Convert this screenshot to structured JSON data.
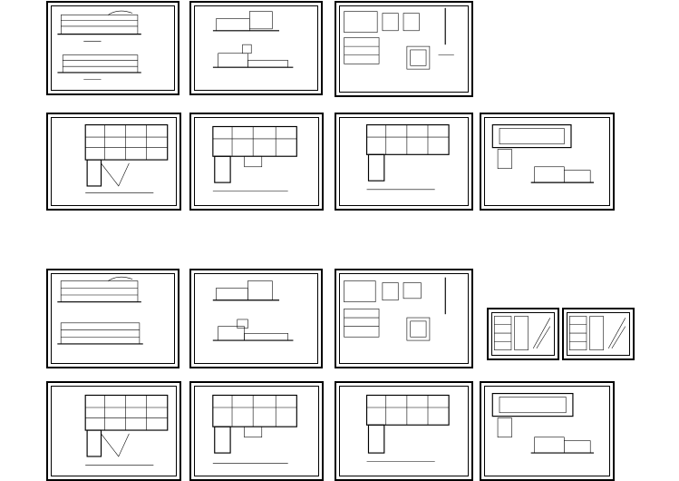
{
  "page": {
    "background": "#ffffff",
    "line_color": "#000000"
  },
  "sheets": [
    {
      "id": "s1",
      "kind": "elevations"
    },
    {
      "id": "s2",
      "kind": "elevations-small"
    },
    {
      "id": "s3",
      "kind": "details"
    },
    {
      "id": "s4",
      "kind": "floor-plan"
    },
    {
      "id": "s5",
      "kind": "floor-plan"
    },
    {
      "id": "s6",
      "kind": "floor-plan"
    },
    {
      "id": "s7",
      "kind": "roof-plan"
    },
    {
      "id": "s8",
      "kind": "elevations"
    },
    {
      "id": "s9",
      "kind": "elevations-small"
    },
    {
      "id": "s10",
      "kind": "details"
    },
    {
      "id": "s11",
      "kind": "detail-small"
    },
    {
      "id": "s12",
      "kind": "detail-small"
    },
    {
      "id": "s13",
      "kind": "floor-plan"
    },
    {
      "id": "s14",
      "kind": "floor-plan"
    },
    {
      "id": "s15",
      "kind": "floor-plan"
    },
    {
      "id": "s16",
      "kind": "roof-plan"
    }
  ]
}
